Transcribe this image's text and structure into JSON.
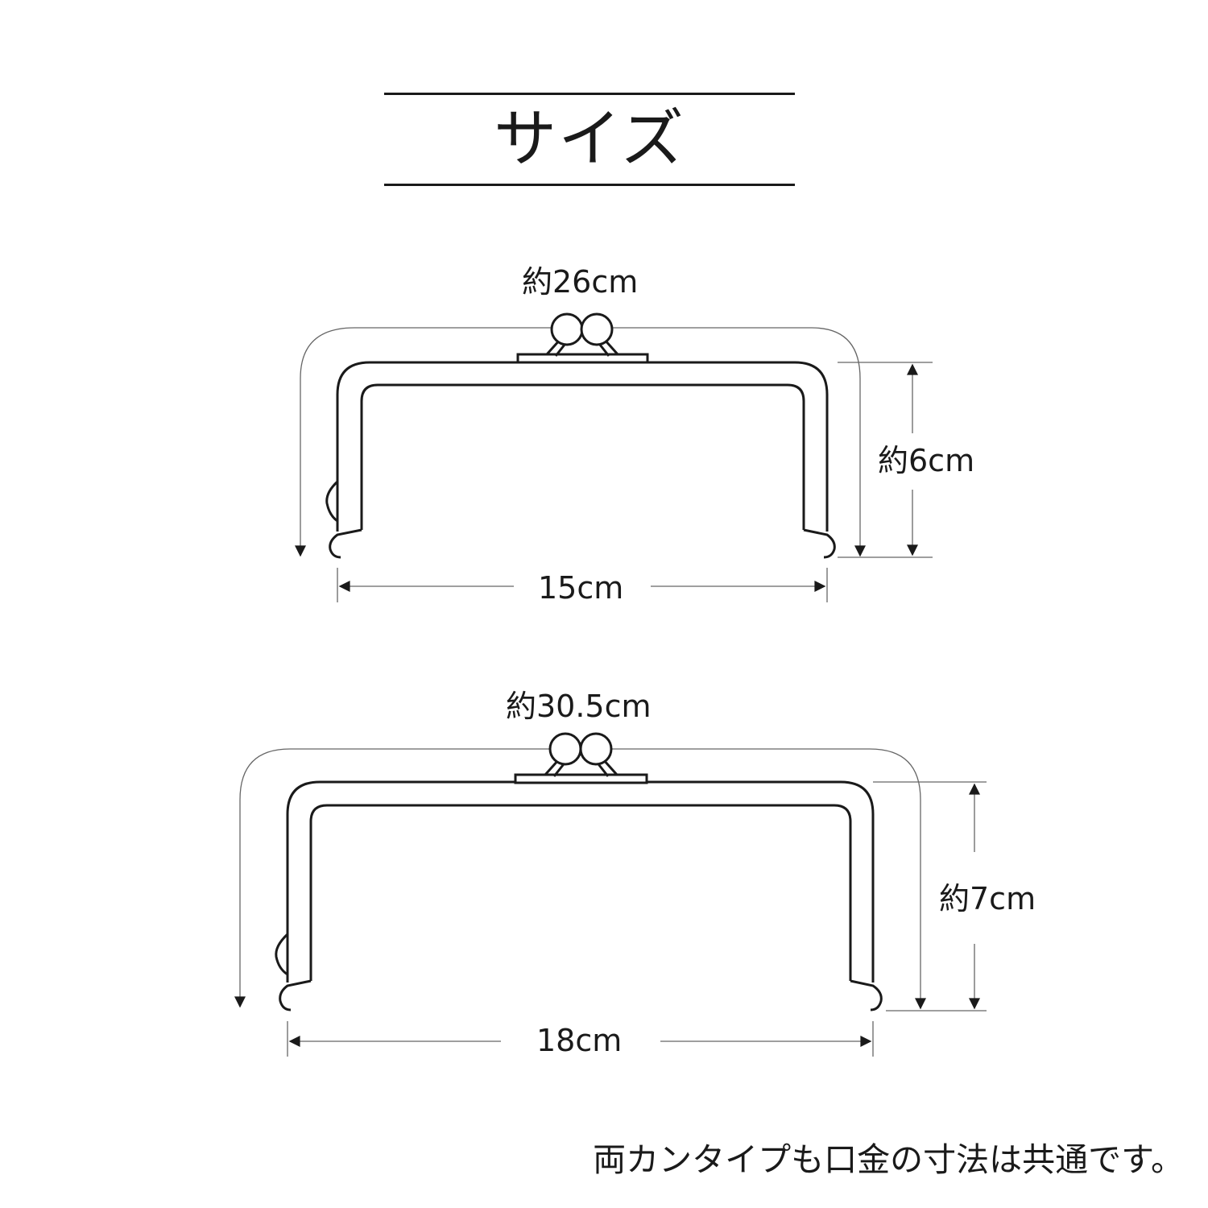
{
  "title": "サイズ",
  "frames": [
    {
      "id": "small",
      "arc_length_label": "約26cm",
      "height_label": "約6cm",
      "width_label": "15cm"
    },
    {
      "id": "large",
      "arc_length_label": "約30.5cm",
      "height_label": "約7cm",
      "width_label": "18cm"
    }
  ],
  "footnote": "両カンタイプも口金の寸法は共通です。",
  "colors": {
    "line": "#1a1a1a",
    "dimension": "#666666",
    "background": "#ffffff"
  }
}
